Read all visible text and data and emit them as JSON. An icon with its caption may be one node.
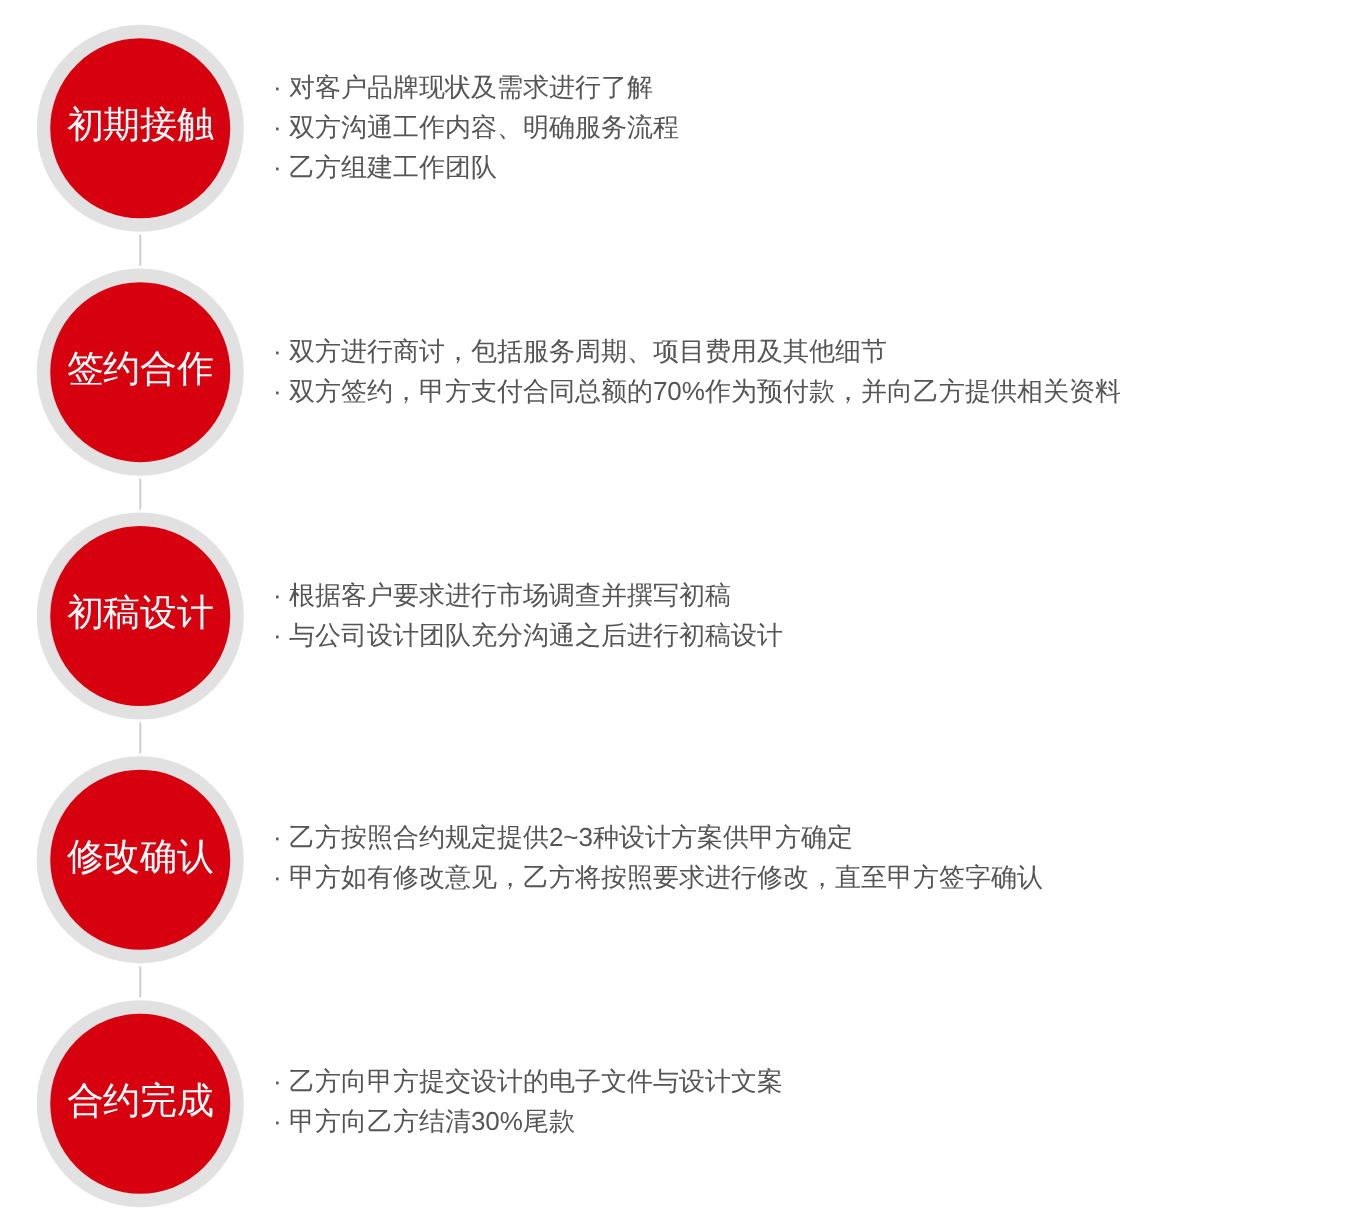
{
  "diagram": {
    "nodes": [
      {
        "text": [
          "初期接触"
        ],
        "beside": [
          "· 对客户品牌现状及需求进行了解",
          "· 双方沟通工作内容、明确服务流程",
          "· 乙方组建工作团队"
        ]
      },
      {
        "text": [
          "签约合作"
        ],
        "beside": [
          "· 双方进行商讨，包括服务周期、项目费用及其他细节",
          "· 双方签约，甲方支付合同总额的70%作为预付款，并向乙方提供相关资料"
        ]
      },
      {
        "text": [
          "初稿设计"
        ],
        "beside": [
          "· 根据客户要求进行市场调查并撰写初稿",
          "· 与公司设计团队充分沟通之后进行初稿设计"
        ]
      },
      {
        "text": [
          "修改确认"
        ],
        "beside": [
          "· 乙方按照合约规定提供2~3种设计方案供甲方确定",
          "· 甲方如有修改意见，乙方将按照要求进行修改，直至甲方签字确认"
        ]
      },
      {
        "text": [
          "合约完成"
        ],
        "beside": [
          "· 乙方向甲方提交设计的电子文件与设计文案",
          "· 甲方向乙方结清30%尾款"
        ]
      }
    ],
    "edges": [
      {
        "from": 0,
        "to": 1,
        "arrow": "none"
      },
      {
        "from": 1,
        "to": 2,
        "arrow": "none"
      },
      {
        "from": 2,
        "to": 3,
        "arrow": "none"
      },
      {
        "from": 3,
        "to": 4,
        "arrow": "none"
      }
    ]
  }
}
